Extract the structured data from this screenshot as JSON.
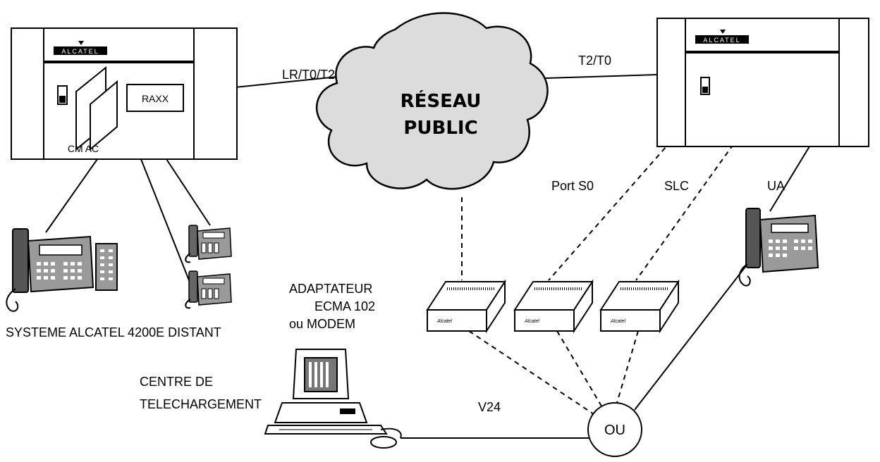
{
  "diagram": {
    "cloud_label_line1": "RÉSEAU",
    "cloud_label_line2": "PUBLIC",
    "left_pbx": {
      "brand": "ALCATEL",
      "module_label": "RAXX",
      "caption": "CM AC"
    },
    "right_pbx": {
      "brand": "ALCATEL"
    },
    "links": {
      "left_to_network": "LR/T0/T2",
      "network_to_right": "T2/T0",
      "port_s0": "Port S0",
      "slc": "SLC",
      "ua": "UA",
      "v24": "V24"
    },
    "remote_system_caption": "SYSTEME ALCATEL 4200E DISTANT",
    "adapter_caption": [
      "ADAPTATEUR",
      "ECMA 102",
      "ou MODEM"
    ],
    "download_center_caption": [
      "CENTRE DE",
      "TELECHARGEMENT"
    ],
    "or_node": "OU",
    "modem_brand": "Alcatel"
  }
}
